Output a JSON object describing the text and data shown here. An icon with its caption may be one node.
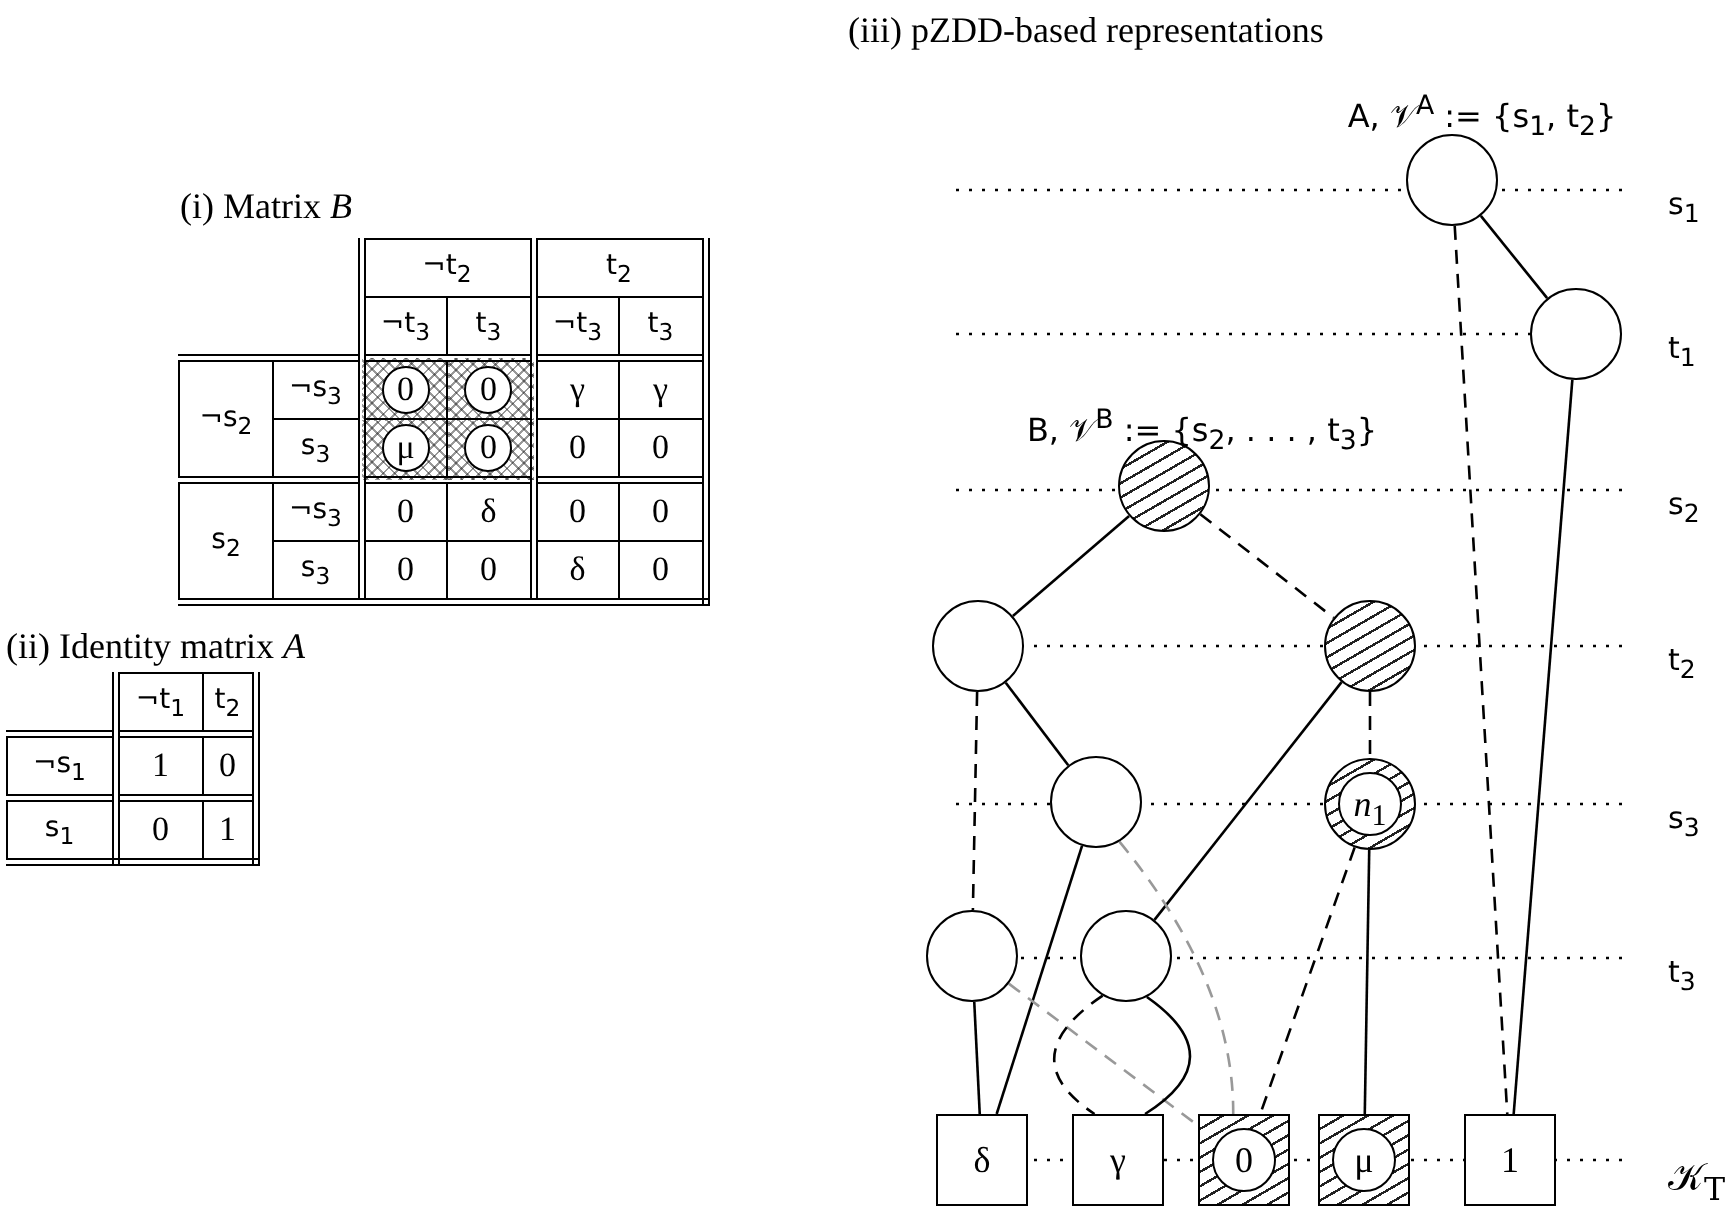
{
  "diagram": {
    "nodes": [
      {
        "text": [],
        "shape": "circle",
        "beside": [
          "A, 𝒱$^{A}$ := {s$_{1}$, t$_{2}$}"
        ]
      },
      {
        "text": [],
        "shape": "circle"
      },
      {
        "text": [],
        "shape": "circle",
        "beside": [
          "B, 𝒱$^{B}$ := {s$_{2}$, . . . , t$_{3}$}"
        ]
      },
      {
        "text": [],
        "shape": "circle"
      },
      {
        "text": [],
        "shape": "circle"
      },
      {
        "text": [],
        "shape": "circle"
      },
      {
        "text": [
          "*n*$_{1}$"
        ]
      },
      {
        "text": [],
        "shape": "circle"
      },
      {
        "text": [],
        "shape": "circle"
      },
      {
        "text": [
          "δ"
        ]
      },
      {
        "text": [
          "γ"
        ]
      },
      {
        "text": [
          "0"
        ]
      },
      {
        "text": [
          "μ"
        ]
      },
      {
        "text": [
          "1"
        ]
      }
    ],
    "edges": [
      {
        "from": 0,
        "to": 1,
        "arrow": "none"
      },
      {
        "from": 0,
        "to": 13,
        "arrow": "none",
        "style": "dashed"
      },
      {
        "from": 1,
        "to": 13,
        "arrow": "none"
      },
      {
        "from": 2,
        "to": 3,
        "arrow": "none"
      },
      {
        "from": 2,
        "to": 4,
        "arrow": "none",
        "style": "dashed"
      },
      {
        "from": 3,
        "to": 5,
        "arrow": "none"
      },
      {
        "from": 3,
        "to": 7,
        "arrow": "none",
        "style": "dashed"
      },
      {
        "from": 4,
        "to": 8,
        "arrow": "none"
      },
      {
        "from": 4,
        "to": 6,
        "arrow": "none",
        "style": "dashed"
      },
      {
        "from": 5,
        "to": 9,
        "arrow": "none"
      },
      {
        "from": 5,
        "to": 11,
        "arrow": "none",
        "style": "dashed",
        "color": "#999999"
      },
      {
        "from": 6,
        "to": 12,
        "arrow": "none"
      },
      {
        "from": 6,
        "to": 11,
        "arrow": "none",
        "style": "dashed"
      },
      {
        "from": 7,
        "to": 9,
        "arrow": "none"
      },
      {
        "from": 7,
        "to": 11,
        "arrow": "none",
        "style": "dashed",
        "color": "#999999"
      },
      {
        "from": 8,
        "to": 10,
        "arrow": "none"
      },
      {
        "from": 8,
        "to": 10,
        "arrow": "none",
        "style": "dashed"
      }
    ],
    "labels": [
      "(i) Matrix *B*",
      "¬t$_{2}$",
      "t$_{2}$",
      "¬t$_{3}$",
      "t$_{3}$",
      "¬t$_{3}$",
      "t$_{3}$",
      "¬s$_{2}$",
      "¬s$_{3}$",
      "0",
      "0",
      "γ",
      "γ",
      "s$_{3}$",
      "μ",
      "0",
      "0",
      "0",
      "s$_{2}$",
      "¬s$_{3}$",
      "0",
      "δ",
      "0",
      "0",
      "s$_{3}$",
      "0",
      "0",
      "δ",
      "0",
      "(ii) Identity matrix *A*",
      "¬t$_{1}$",
      "t$_{2}$",
      "¬s$_{1}$",
      "1",
      "0",
      "s$_{1}$",
      "0",
      "1",
      "(iii) pZDD-based representations",
      "s$_{1}$",
      "t$_{1}$",
      "s$_{2}$",
      "t$_{2}$",
      "s$_{3}$",
      "t$_{3}$",
      "𝒦$_{T}$"
    ]
  }
}
